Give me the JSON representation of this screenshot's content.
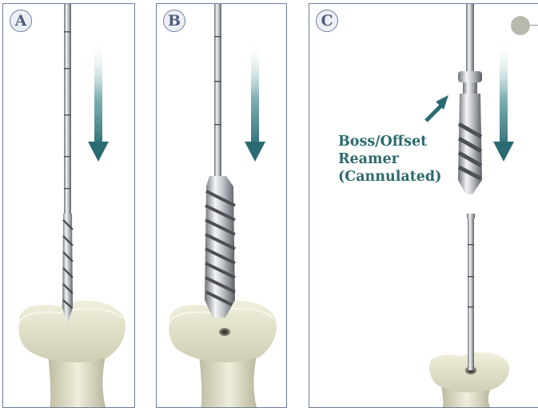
{
  "panels": [
    {
      "label": "A"
    },
    {
      "label": "B"
    },
    {
      "label": "C",
      "callout": {
        "line1": "Boss/Offset",
        "line2": "Reamer",
        "line3": "(Cannulated)"
      }
    }
  ],
  "colors": {
    "border": "#6f7f98",
    "arrow_teal": "#2a6b73",
    "callout_text": "#2d6a6e",
    "bone": "#e9e8d3",
    "steel": "#b8bcc2"
  },
  "icons": {
    "direction": "down-arrow-icon",
    "callout_pointer": "up-right-arrow-icon",
    "marker": "grey-dot-icon"
  }
}
